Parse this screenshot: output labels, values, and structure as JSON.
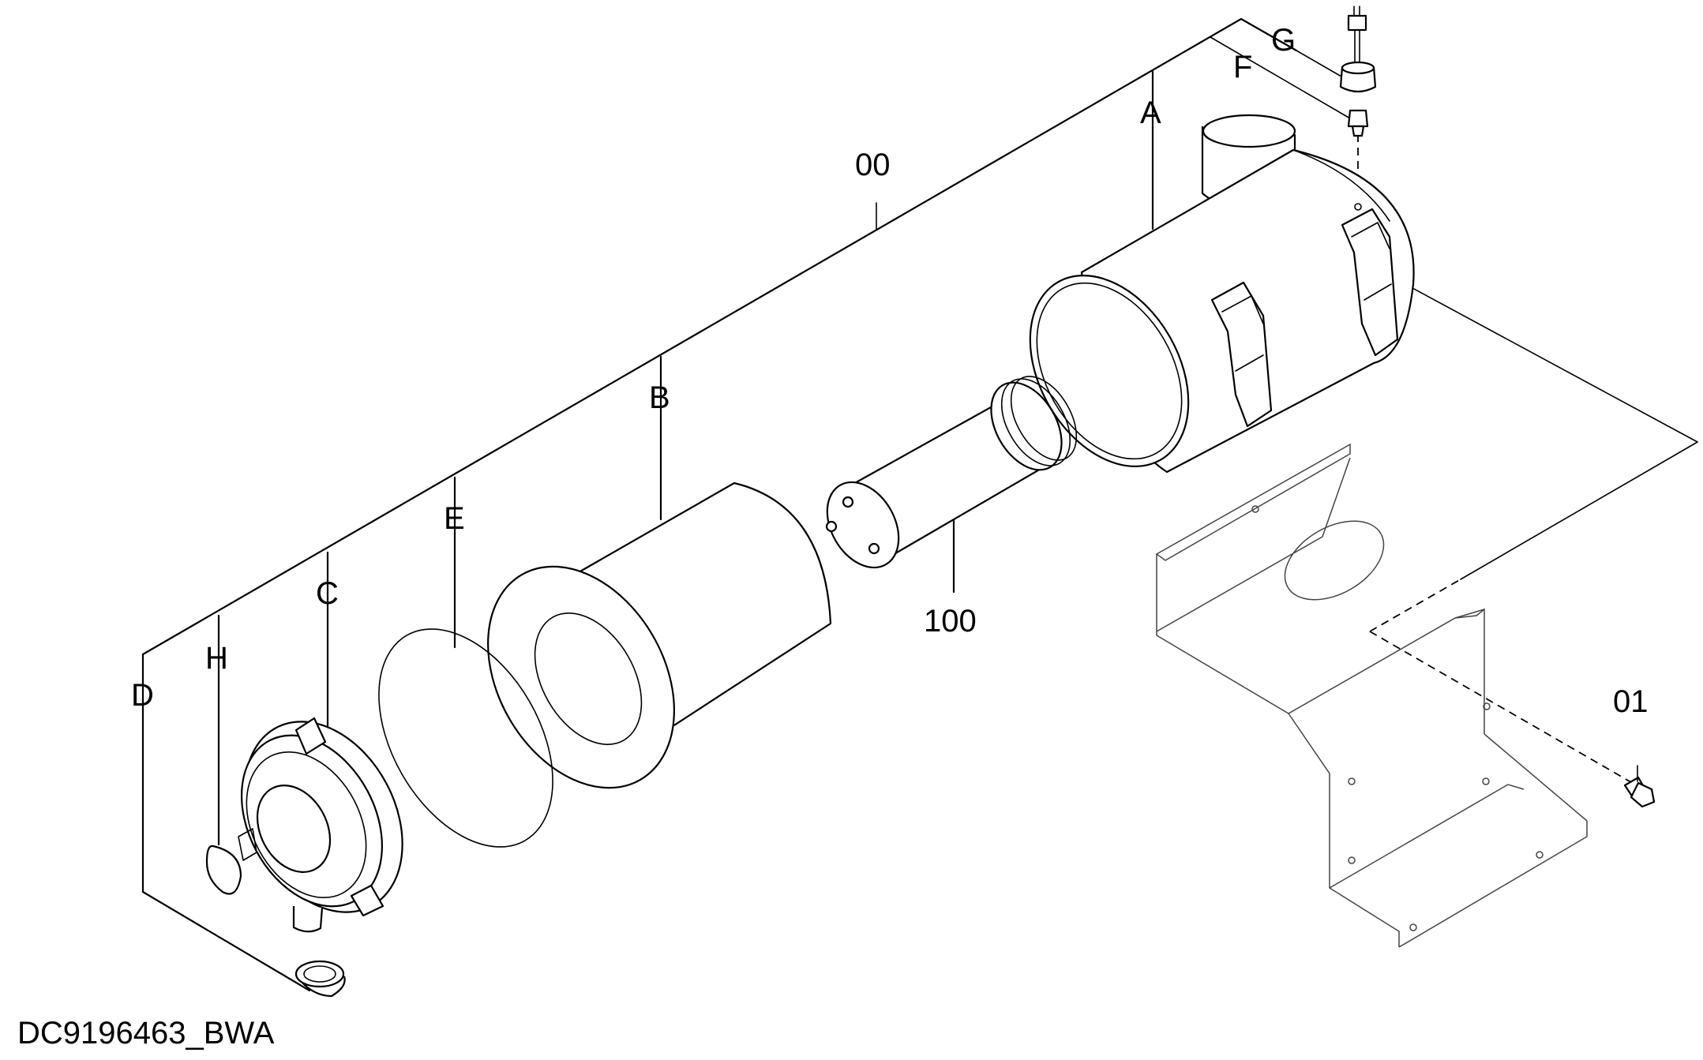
{
  "document_id": "DC9196463_BWA",
  "callouts": {
    "c00": "00",
    "a": "A",
    "b": "B",
    "c": "C",
    "d": "D",
    "e": "E",
    "f": "F",
    "g": "G",
    "h": "H",
    "c100": "100",
    "c01": "01"
  }
}
